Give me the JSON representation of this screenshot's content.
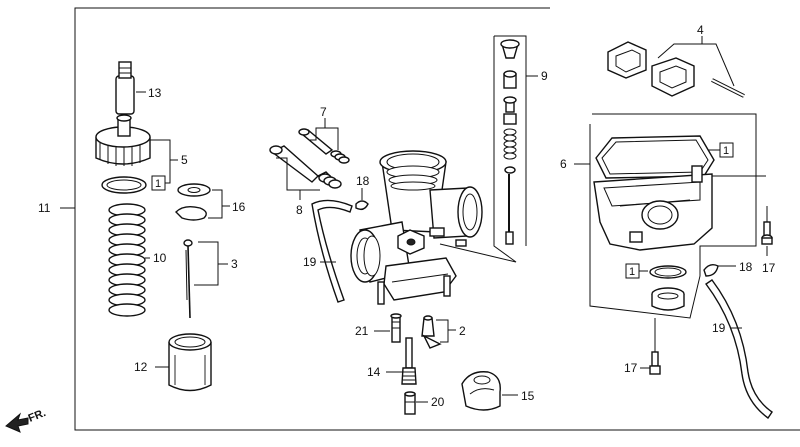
{
  "labels": {
    "p1": "1",
    "p2": "2",
    "p3": "3",
    "p4": "4",
    "p5": "5",
    "p6": "6",
    "p7": "7",
    "p8": "8",
    "p9": "9",
    "p10": "10",
    "p11": "11",
    "p12": "12",
    "p13": "13",
    "p14": "14",
    "p15": "15",
    "p16": "16",
    "p17a": "17",
    "p17b": "17",
    "p18a": "18",
    "p18b": "18",
    "p19a": "19",
    "p19b": "19",
    "p20": "20",
    "p21": "21"
  },
  "kit_boxes": {
    "left": "1",
    "bowl": "1",
    "gasket": "1"
  },
  "direction": {
    "text": "FR."
  }
}
